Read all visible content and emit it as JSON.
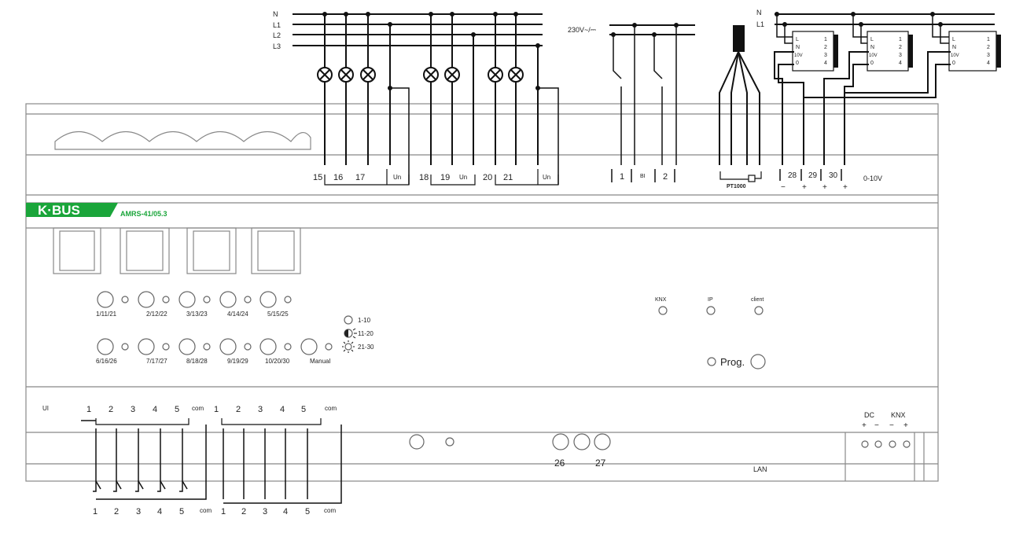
{
  "brand": {
    "logo": "K·BUS",
    "model": "AMRS-41/05.3",
    "logo_color": "#1aa53a",
    "model_color": "#1aa53a"
  },
  "supply_top": {
    "n": "N",
    "l1": "L1",
    "l2": "L2",
    "l3": "L3"
  },
  "voltage_label": "230V~/⎓",
  "right_supply": {
    "n": "N",
    "l1": "L1"
  },
  "dimmer_module_pins": [
    "L",
    "N",
    "10V",
    "0",
    "1",
    "2",
    "3",
    "4"
  ],
  "relay_terminals": {
    "t15": "15",
    "t16": "16",
    "t17": "17",
    "un1": "Un",
    "t18": "18",
    "t19": "19",
    "un2": "Un",
    "t20": "20",
    "t21": "21",
    "un3": "Un"
  },
  "bi_terminals": {
    "one": "1",
    "bi": "BI",
    "two": "2"
  },
  "pt1000": "PT1000",
  "analog_terminals": {
    "t28": "28",
    "t29": "29",
    "t30": "30",
    "minus": "−",
    "plus1": "+",
    "plus2": "+",
    "plus3": "+",
    "label": "0-10V"
  },
  "led_labels_row1": [
    "1/11/21",
    "2/12/22",
    "3/13/23",
    "4/14/24",
    "5/15/25"
  ],
  "led_labels_row2": [
    "6/16/26",
    "7/17/27",
    "8/18/28",
    "9/19/29",
    "10/20/30"
  ],
  "manual_label": "Manual",
  "legend": [
    {
      "label": "1-10"
    },
    {
      "label": "11-20"
    },
    {
      "label": "21-30"
    }
  ],
  "status_leds": {
    "knx": "KNX",
    "ip": "IP",
    "client": "client"
  },
  "prog_label": "Prog.",
  "ui_label": "UI",
  "ui_terminals": [
    "1",
    "2",
    "3",
    "4",
    "5",
    "com"
  ],
  "ui_terminals_b": [
    "1",
    "2",
    "3",
    "4",
    "5",
    "com"
  ],
  "bottom_inputs_a": [
    "1",
    "2",
    "3",
    "4",
    "5",
    "com"
  ],
  "bottom_inputs_b": [
    "1",
    "2",
    "3",
    "4",
    "5",
    "com"
  ],
  "relay_bottom": {
    "t26": "26",
    "t27": "27"
  },
  "lan_label": "LAN",
  "power": {
    "dc": "DC",
    "knx": "KNX",
    "signs": [
      "+",
      "−",
      "−",
      "+"
    ]
  }
}
